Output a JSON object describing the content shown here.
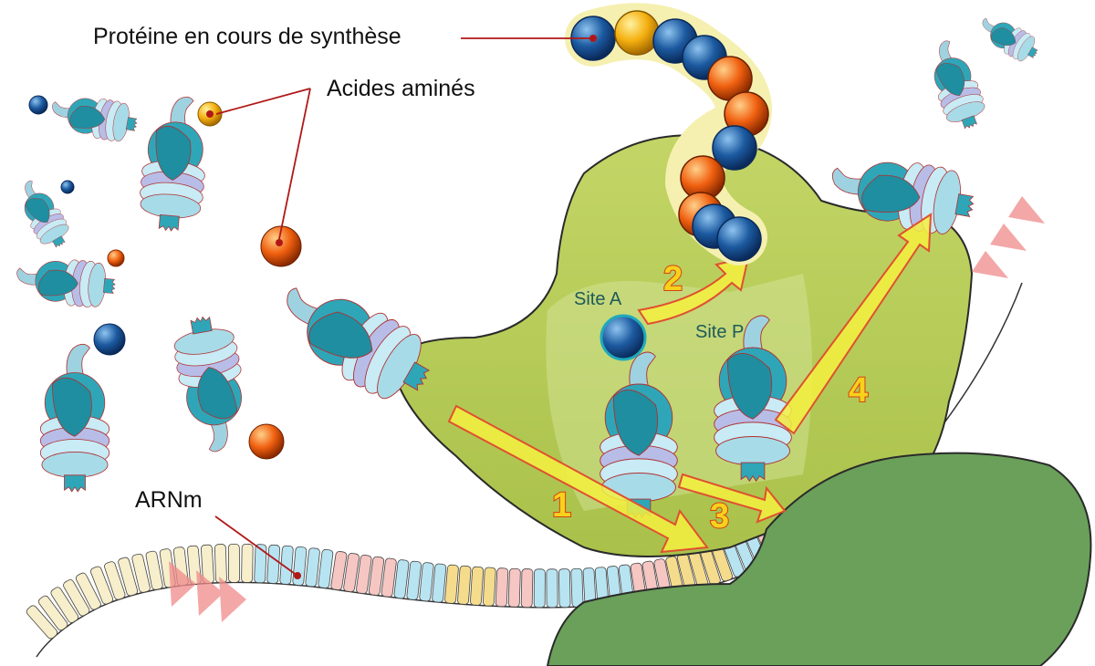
{
  "labels": {
    "protein": "Protéine en cours de synthèse",
    "amino_acids": "Acides aminés",
    "mrna": "ARNm",
    "site_a": "Site A",
    "site_p": "Site P"
  },
  "steps": [
    "1",
    "2",
    "3",
    "4"
  ],
  "colors": {
    "ribosome_large": "#b8cc57",
    "ribosome_small": "#6aa05a",
    "trna_body": "#2fa6b8",
    "amino_blue": "#1c5aa0",
    "amino_orange": "#f06010",
    "amino_yellow": "#f5b010",
    "arrow_fill": "#f5f040",
    "arrow_stroke": "#e05030",
    "leader_line": "#b01818",
    "mrna_cream": "#f7eecb",
    "mrna_blue": "#b8e4f2",
    "mrna_pink": "#f6c6c2",
    "mrna_yellow": "#f5dc8c"
  },
  "protein_chain": [
    "blue",
    "yellow",
    "blue",
    "blue",
    "orange",
    "orange",
    "blue",
    "orange",
    "orange",
    "blue",
    "blue"
  ]
}
